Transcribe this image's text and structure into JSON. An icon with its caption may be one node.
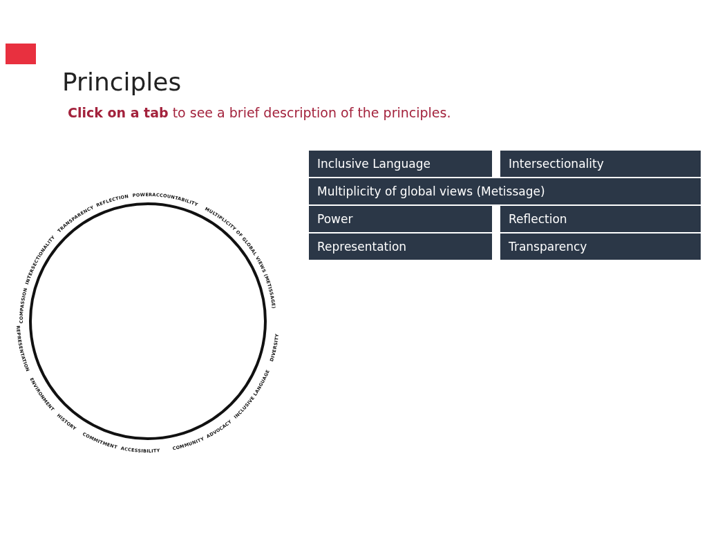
{
  "diagram": {
    "title": "Principles",
    "labels": [
      "**Click on a tab** to see a brief description of the principles.",
      "COMPASSION",
      "INTERSECTIONALITY",
      "TRANSPARENCY",
      "REFLECTION",
      "POWER",
      "ACCOUNTABILITY",
      "MULTIPLICITY OF GLOBAL VIEWS (METISSAGE)",
      "REPRESENTATION",
      "ENVIRONMENT",
      "HISTORY",
      "COMMITMENT",
      "ACCESSIBILITY",
      "COMMUNITY",
      "ADVOCACY",
      "INCLUSIVE LANGUAGE",
      "DIVERSITY",
      "Inclusive Language",
      "Intersectionality",
      "Multiplicity of global views (Metissage)",
      "Power",
      "Reflection",
      "Representation",
      "Transparency"
    ]
  }
}
